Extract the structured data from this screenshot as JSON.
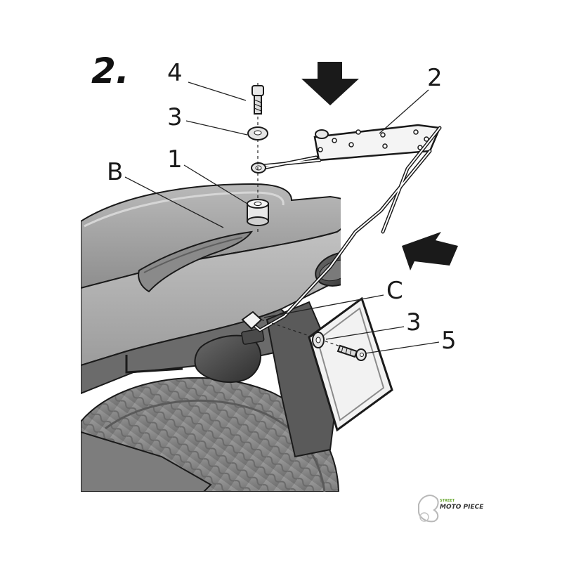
{
  "diagram": {
    "step_label": "2.",
    "callouts": {
      "c4": "4",
      "c3_top": "3",
      "c1": "1",
      "cB": "B",
      "c2": "2",
      "cC": "C",
      "c3_bottom": "3",
      "c5": "5"
    },
    "watermark": {
      "brand": "MOTO PIECE",
      "tagline": "STREET"
    },
    "colors": {
      "ink": "#1a1a1a",
      "bodywork": "#9a9a9a",
      "tyre": "#8a8a8a",
      "logo_green": "#6aa832"
    }
  }
}
